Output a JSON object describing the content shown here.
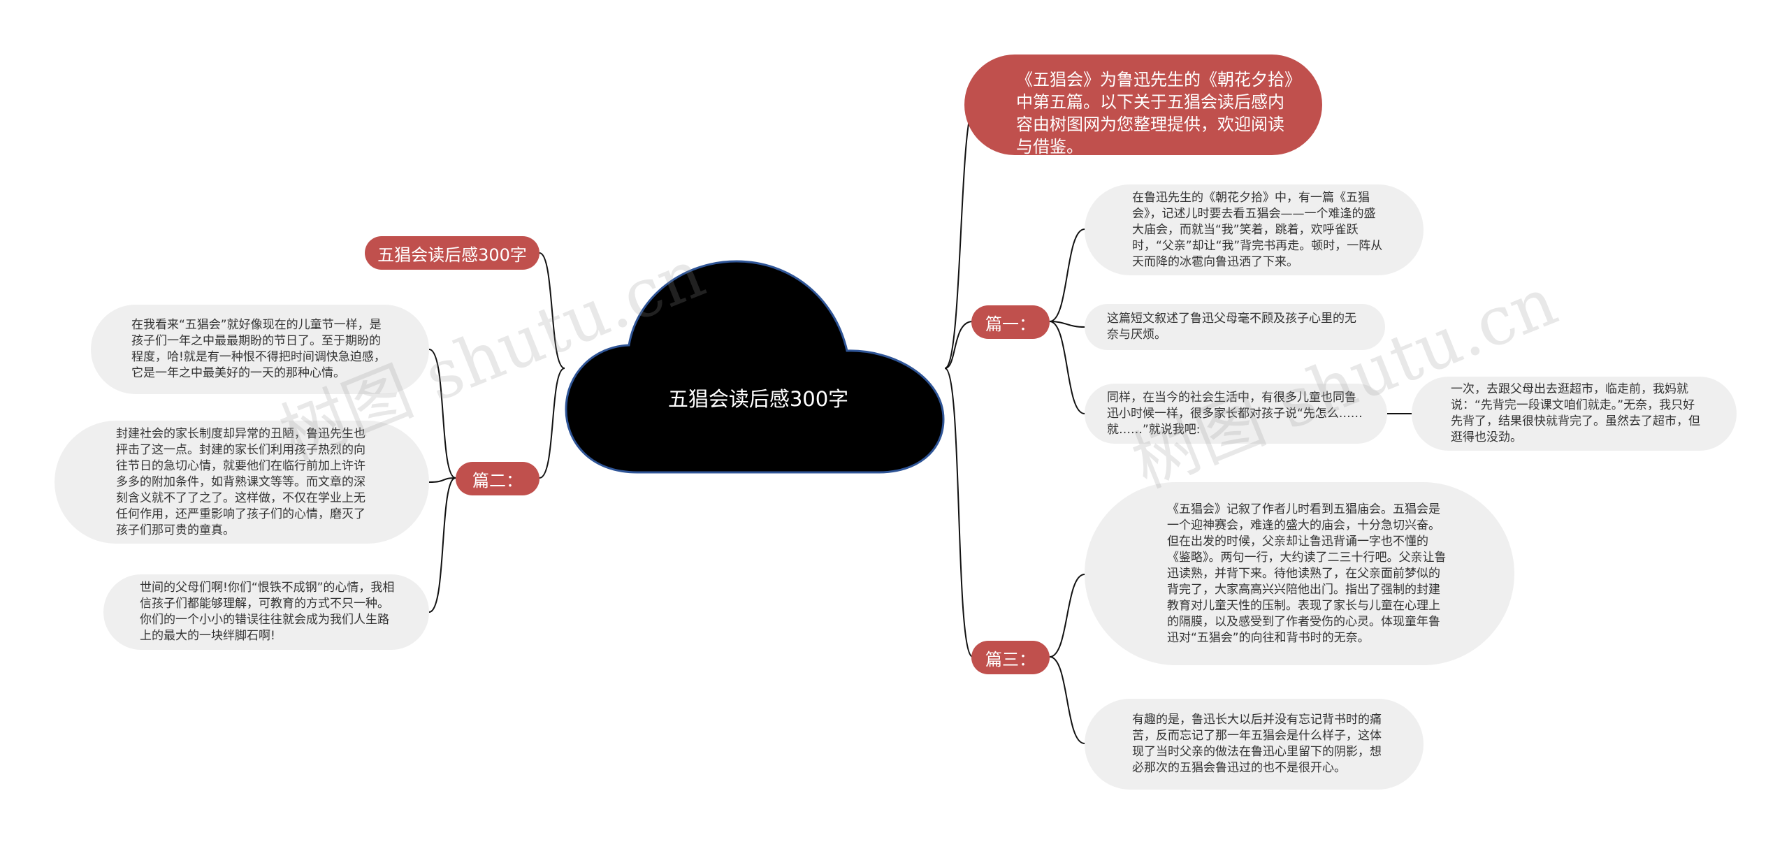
{
  "center": {
    "title": "五猖会读后感300字"
  },
  "intro": {
    "text": "《五猖会》为鲁迅先生的《朝花夕拾》中第五篇。以下关于五猖会读后感内容由树图网为您整理提供，欢迎阅读与借鉴。"
  },
  "left": {
    "title_node": "五猖会读后感300字",
    "branch_label": "篇二：",
    "items": [
      "在我看来“五猖会”就好像现在的儿童节一样，是孩子们一年之中最最期盼的节日了。至于期盼的程度，哈!就是有一种恨不得把时间调快急迫感，它是一年之中最美好的一天的那种心情。",
      "封建社会的家长制度却异常的丑陋，鲁迅先生也抨击了这一点。封建的家长们利用孩子热烈的向往节日的急切心情，就要他们在临行前加上许许多多的附加条件，如背熟课文等等。而文章的深刻含义就不了了之了。这样做，不仅在学业上无任何作用，还严重影响了孩子们的心情，磨灭了孩子们那可贵的童真。",
      "世间的父母们啊!你们“恨铁不成钢”的心情，我相信孩子们都能够理解，可教育的方式不只一种。你们的一个小小的错误往往就会成为我们人生路上的最大的一块绊脚石啊!"
    ]
  },
  "right": {
    "branch1": {
      "label": "篇一：",
      "items": [
        "在鲁迅先生的《朝花夕拾》中，有一篇《五猖会》，记述儿时要去看五猖会——一个难逢的盛大庙会，而就当“我”笑着，跳着，欢呼雀跃时，“父亲”却让“我”背完书再走。顿时，一阵从天而降的冰雹向鲁迅洒了下来。",
        "这篇短文叙述了鲁迅父母毫不顾及孩子心里的无奈与厌烦。",
        "同样，在当今的社会生活中，有很多儿童也同鲁迅小时候一样，很多家长都对孩子说“先怎么……就……”就说我吧:"
      ],
      "sub_item": "一次，去跟父母出去逛超市，临走前，我妈就说：“先背完一段课文咱们就走。”无奈，我只好先背了，结果很快就背完了。虽然去了超市，但逛得也没劲。"
    },
    "branch3": {
      "label": "篇三：",
      "items": [
        "《五猖会》记叙了作者儿时看到五猖庙会。五猖会是一个迎神赛会，难逢的盛大的庙会，十分急切兴奋。但在出发的时候，父亲却让鲁迅背诵一字也不懂的《鉴略》。两句一行，大约读了二三十行吧。父亲让鲁迅读熟，并背下来。待他读熟了，在父亲面前梦似的背完了，大家高高兴兴陪他出门。指出了强制的封建教育对儿童天性的压制。表现了家长与儿童在心理上的隔膜，以及感受到了作者受伤的心灵。体现童年鲁迅对“五猖会”的向往和背书时的无奈。",
        "有趣的是，鲁迅长大以后并没有忘记背书时的痛苦，反而忘记了那一年五猖会是什么样子，这体现了当时父亲的做法在鲁迅心里留下的阴影，想必那次的五猖会鲁迅过的也不是很开心。"
      ]
    }
  },
  "watermark": {
    "text_left": "树图 shutu.cn",
    "text_right": "树图 shutu.cn"
  },
  "colors": {
    "red": "#c0504d",
    "cloud": "#000000",
    "cloud_outline": "#2f5597",
    "grey": "#efefef",
    "line": "#111111"
  }
}
